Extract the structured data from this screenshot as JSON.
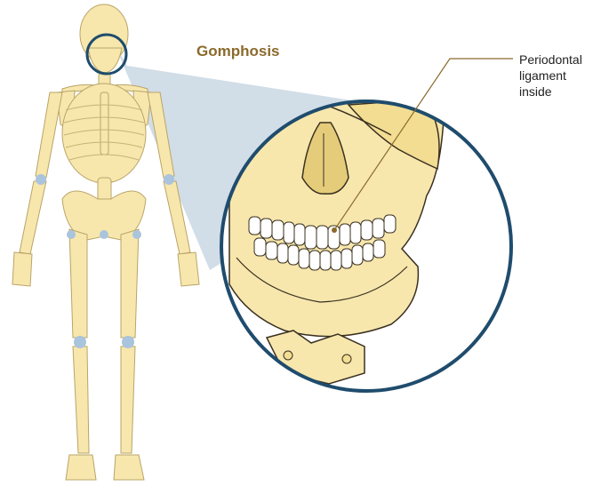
{
  "title": "Gomphosis",
  "callout": {
    "lines": [
      "Periodontal",
      "ligament",
      "inside"
    ]
  },
  "colors": {
    "bone": "#f7e7ad",
    "bone_outline": "#b9a468",
    "cartilage": "#a9c4dc",
    "magnifier_ring": "#1f4c6d",
    "magnifier_cone": "#c9d7e3",
    "title": "#8b6a2c",
    "leader_line": "#8b6a2c"
  }
}
